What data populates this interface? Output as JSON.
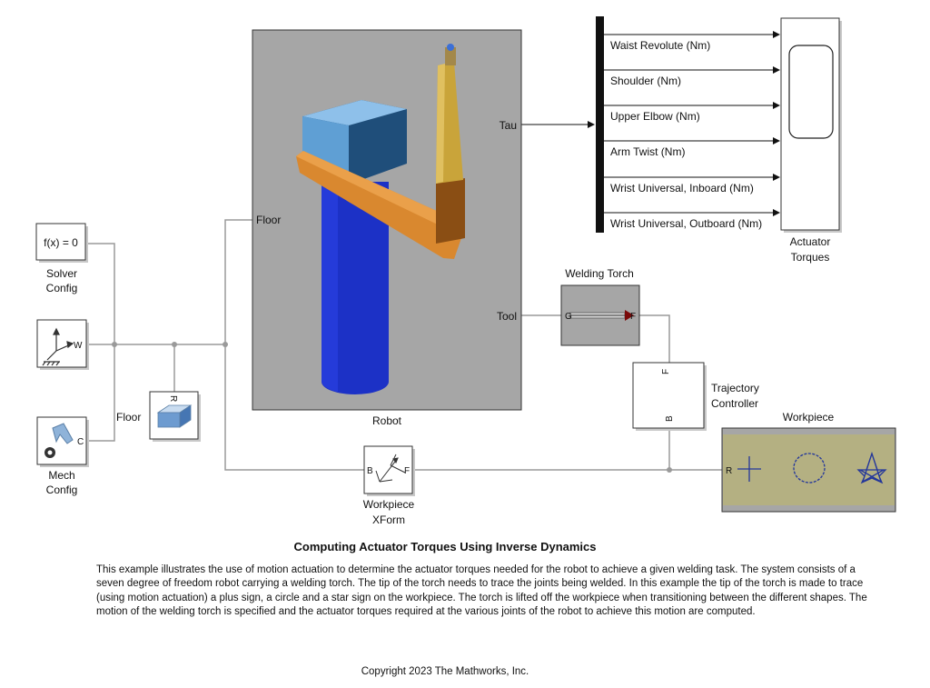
{
  "blocks": {
    "solver_config": {
      "label_line1": "Solver",
      "label_line2": "Config",
      "icon_text": "f(x) = 0"
    },
    "world_frame": {
      "port_w": "W"
    },
    "mech_config": {
      "label_line1": "Mech",
      "label_line2": "Config",
      "port_c": "C"
    },
    "floor_block": {
      "label": "Floor",
      "port_r": "R"
    },
    "robot": {
      "label": "Robot",
      "port_floor": "Floor",
      "port_tau": "Tau",
      "port_tool": "Tool"
    },
    "welding_torch": {
      "label": "Welding Torch",
      "port_g": "G",
      "port_f": "F"
    },
    "trajectory_controller": {
      "label_line1": "Trajectory",
      "label_line2": "Controller",
      "port_f": "F",
      "port_b": "B"
    },
    "workpiece": {
      "label": "Workpiece",
      "port_r": "R"
    },
    "workpiece_xform": {
      "label_line1": "Workpiece",
      "label_line2": "XForm",
      "port_b": "B",
      "port_f": "F"
    },
    "actuator_torques": {
      "label_line1": "Actuator",
      "label_line2": "Torques"
    },
    "demux": {
      "signals": [
        "Waist Revolute (Nm)",
        "Shoulder (Nm)",
        "Upper Elbow (Nm)",
        "Arm Twist (Nm)",
        "Wrist Universal, Inboard (Nm)",
        "Wrist Universal, Outboard (Nm)"
      ]
    }
  },
  "description": {
    "title": "Computing Actuator Torques Using Inverse Dynamics",
    "body": "This example illustrates the use of motion actuation to determine the actuator torques needed for the robot to achieve a given welding task. The system consists of a seven degree of freedom robot carrying a welding torch. The tip of the torch needs to trace the joints being welded. In this example the tip of the torch is made to trace (using motion actuation) a plus sign, a circle and a star sign on the workpiece. The torch is lifted off the workpiece when transitioning between the different shapes. The motion of the welding torch is specified and the actuator torques required at the various joints of the robot to achieve this motion are computed."
  },
  "copyright": "Copyright 2023 The Mathworks, Inc.",
  "colors": {
    "wire": "#9a9a9a",
    "robot_background": "#a6a6a6",
    "workpiece_surface": "#b4b082",
    "robot_base": "#1c31c6",
    "robot_arm": "#d9882f",
    "robot_head": "#5f9fd4",
    "shape_trace": "#23369b"
  }
}
